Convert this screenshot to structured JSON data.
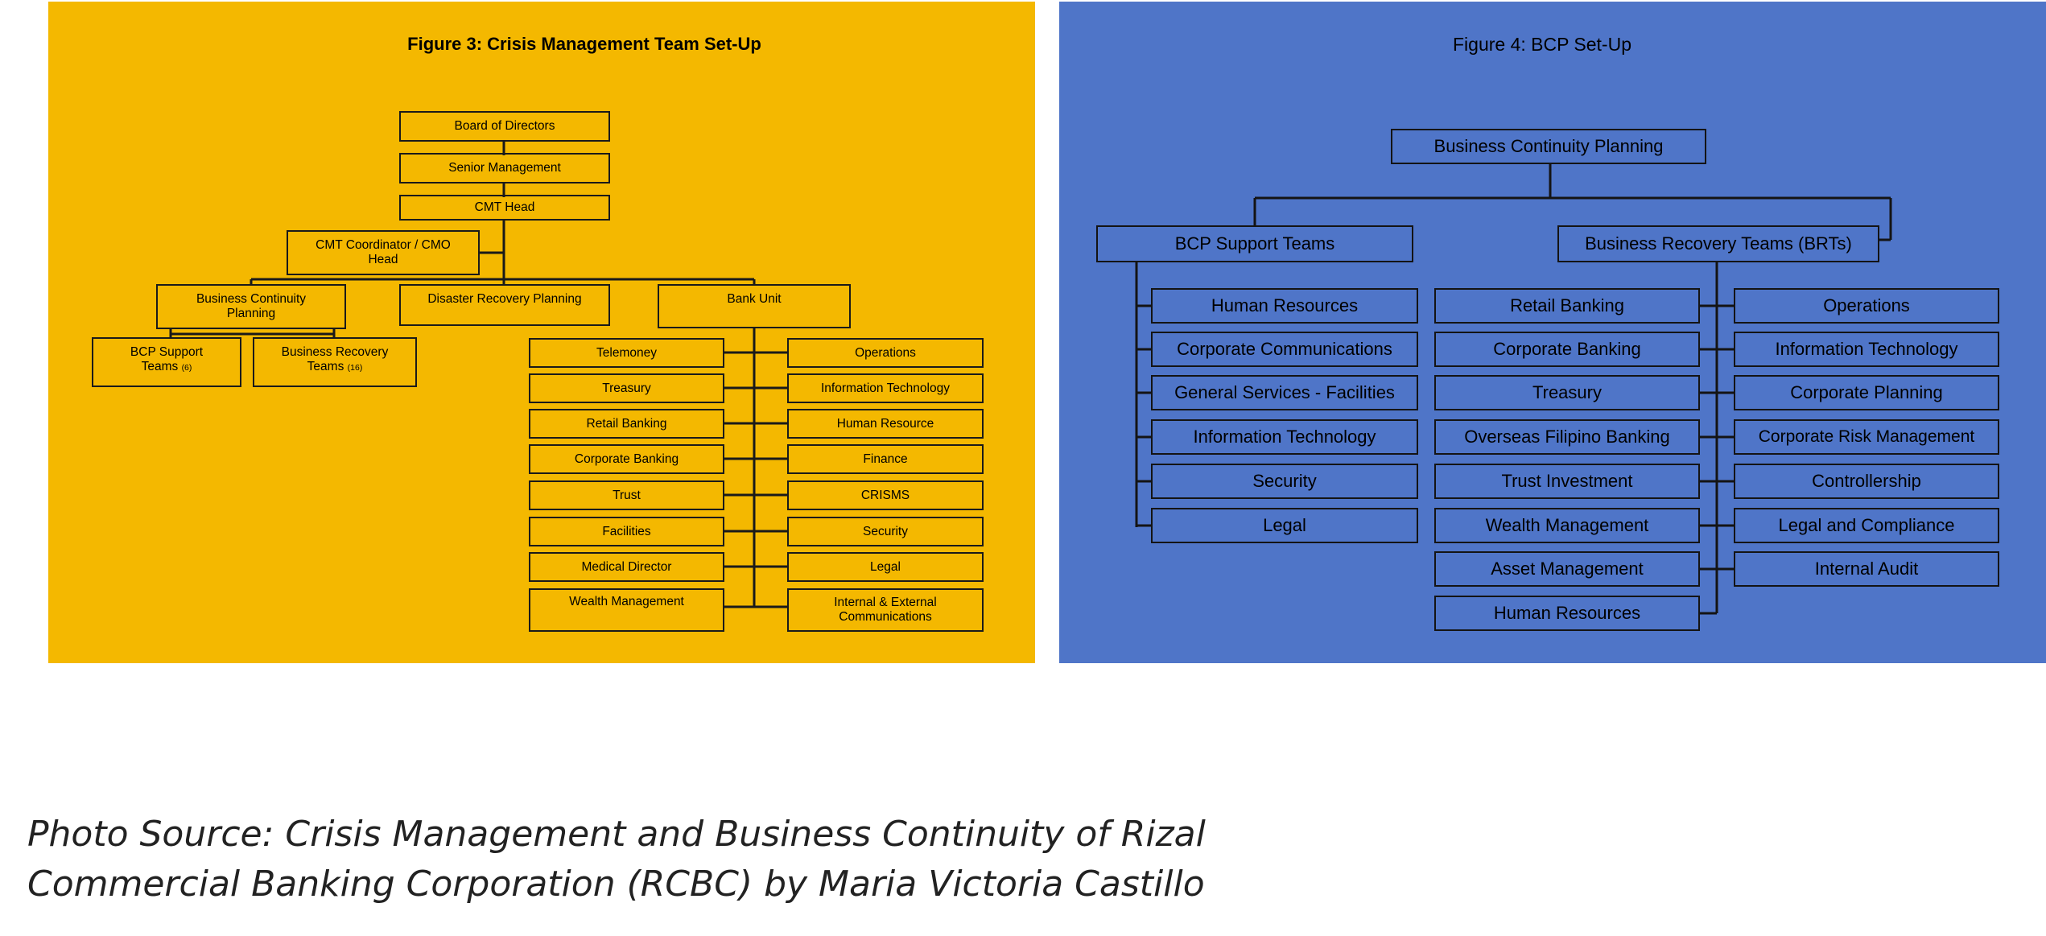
{
  "figure3": {
    "title": "Figure 3: Crisis Management Team Set-Up",
    "board": "Board of Directors",
    "senior": "Senior Management",
    "cmt_head": "CMT Head",
    "coordinator_line1": "CMT Coordinator / CMO",
    "coordinator_line2": "Head",
    "bcp_line1": "Business Continuity",
    "bcp_line2": "Planning",
    "drp": "Disaster Recovery Planning",
    "bank_unit": "Bank Unit",
    "support_line1": "BCP Support",
    "support_line2": "Teams",
    "support_count": "(6)",
    "recovery_line1": "Business Recovery",
    "recovery_line2": "Teams",
    "recovery_count": "(16)",
    "left_units": [
      "Telemoney",
      "Treasury",
      "Retail Banking",
      "Corporate Banking",
      "Trust",
      "Facilities",
      "Medical Director",
      "Wealth Management"
    ],
    "right_units": [
      "Operations",
      "Information Technology",
      "Human Resource",
      "Finance",
      "CRISMS",
      "Security",
      "Legal"
    ],
    "right_last_line1": "Internal & External",
    "right_last_line2": "Communications"
  },
  "figure4": {
    "title": "Figure 4: BCP Set-Up",
    "root": "Business Continuity Planning",
    "support_teams": "BCP Support Teams",
    "recovery_teams": "Business Recovery Teams (BRTs)",
    "support_list": [
      "Human Resources",
      "Corporate Communications",
      "General Services - Facilities",
      "Information Technology",
      "Security",
      "Legal"
    ],
    "recovery_list_a": [
      "Retail Banking",
      "Corporate Banking",
      "Treasury",
      "Overseas Filipino Banking",
      "Trust Investment",
      "Wealth Management",
      "Asset Management",
      "Human Resources"
    ],
    "recovery_list_b": [
      "Operations",
      "Information Technology",
      "Corporate Planning",
      "Corporate Risk Management",
      "Controllership",
      "Legal and Compliance",
      "Internal Audit"
    ]
  },
  "caption": {
    "line1": "Photo Source: Crisis Management and Business Continuity of Rizal",
    "line2": "Commercial Banking Corporation (RCBC) by Maria Victoria Castillo"
  },
  "colors": {
    "figure3_background": "#f4b800",
    "figure4_background": "#4f75c8"
  }
}
